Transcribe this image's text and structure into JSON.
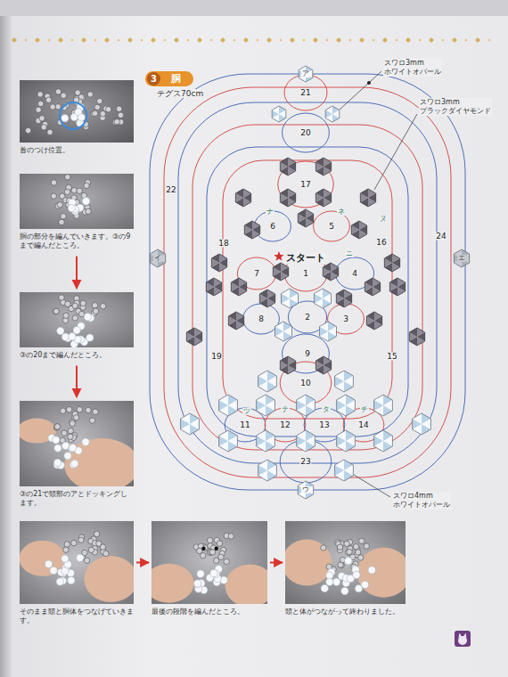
{
  "diagram": {
    "nodes": [
      {
        "text": [
          "3",
          "胴"
        ]
      },
      {
        "text": [
          "首のつけ位置。"
        ]
      },
      {
        "text": [
          "胴の部分を編んでいきます。③の9まで編んだところ。"
        ]
      },
      {
        "text": [
          "③の20まで編んだところ。"
        ]
      },
      {
        "text": [
          "③の21で頭部のアとドッキングします。"
        ]
      },
      {
        "text": [
          "そのまま頭と胴体をつなげていきます。"
        ]
      },
      {
        "text": [
          "最後の段階を編んだところ。"
        ]
      },
      {
        "text": [
          "頭と体がつながって終わりました。"
        ]
      }
    ],
    "edges": [
      {
        "from": 2,
        "to": 3,
        "arrow": "to"
      },
      {
        "from": 3,
        "to": 4,
        "arrow": "to"
      },
      {
        "from": 5,
        "to": 6,
        "arrow": "to"
      },
      {
        "from": 6,
        "to": 7,
        "arrow": "to"
      }
    ],
    "labels": [
      "テグス70cm",
      "スワロ3mm ホワイトオパール",
      "スワロ3mm ブラックダイヤモンド",
      "スワロ4mm ホワイトオパール",
      "スタート",
      "1",
      "2",
      "3",
      "4",
      "5",
      "6",
      "7",
      "8",
      "9",
      "10",
      "11",
      "12",
      "13",
      "14",
      "15",
      "16",
      "17",
      "18",
      "19",
      "20",
      "21",
      "22",
      "23",
      "24",
      "ア",
      "イ",
      "ウ",
      "エ",
      "ナ",
      "ネ",
      "ヌ",
      "ニ",
      "ツ",
      "テ",
      "タ",
      "チ"
    ]
  }
}
